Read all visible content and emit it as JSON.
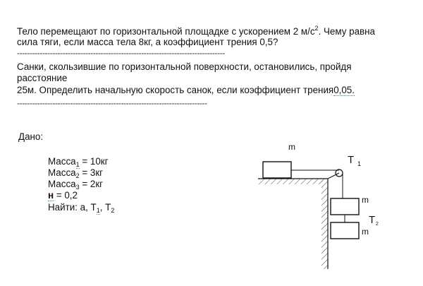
{
  "problem1": {
    "line1_a": "Тело перемещают по горизонтальной площадке с ускорением 2 м/с",
    "line1_sup": "2",
    "line1_b": ". Чему  равна",
    "line2": "сила тяги, если масса тела 8кг, а коэффициент трения 0,5?"
  },
  "separator1": "----------------------------------------------------------------------------------",
  "problem2": {
    "line1": "Санки, скользившие по горизонтальной поверхности, остановились, пройдя",
    "line2": "расстояние",
    "line3_a": "25м. Определить начальную скорость санок, если коэффициент трения",
    "line3_b": "0,05."
  },
  "separator2": "---------------------------------------------------------------------------",
  "given": {
    "title": "Дано:",
    "mass1_a": "Масса",
    "mass1_sub": "1",
    "mass1_b": " = 10кг",
    "mass2_a": "Масса",
    "mass2_sub": "2",
    "mass2_b": " = 3кг",
    "mass3_a": "Масса",
    "mass3_sub": "3",
    "mass3_b": " = 2кг",
    "mu_a": "н",
    "mu_b": " = 0,2",
    "find_a": "Найти: а, Т",
    "find_sub1": "1",
    "find_b": ", Т",
    "find_sub2": "2"
  },
  "diagram": {
    "label_m_top": "m",
    "label_t1": "T",
    "label_t1_sub": "1",
    "label_m_mid": "m",
    "label_t2": "T",
    "label_t2_sub": "2",
    "label_m_bottom": "m"
  }
}
